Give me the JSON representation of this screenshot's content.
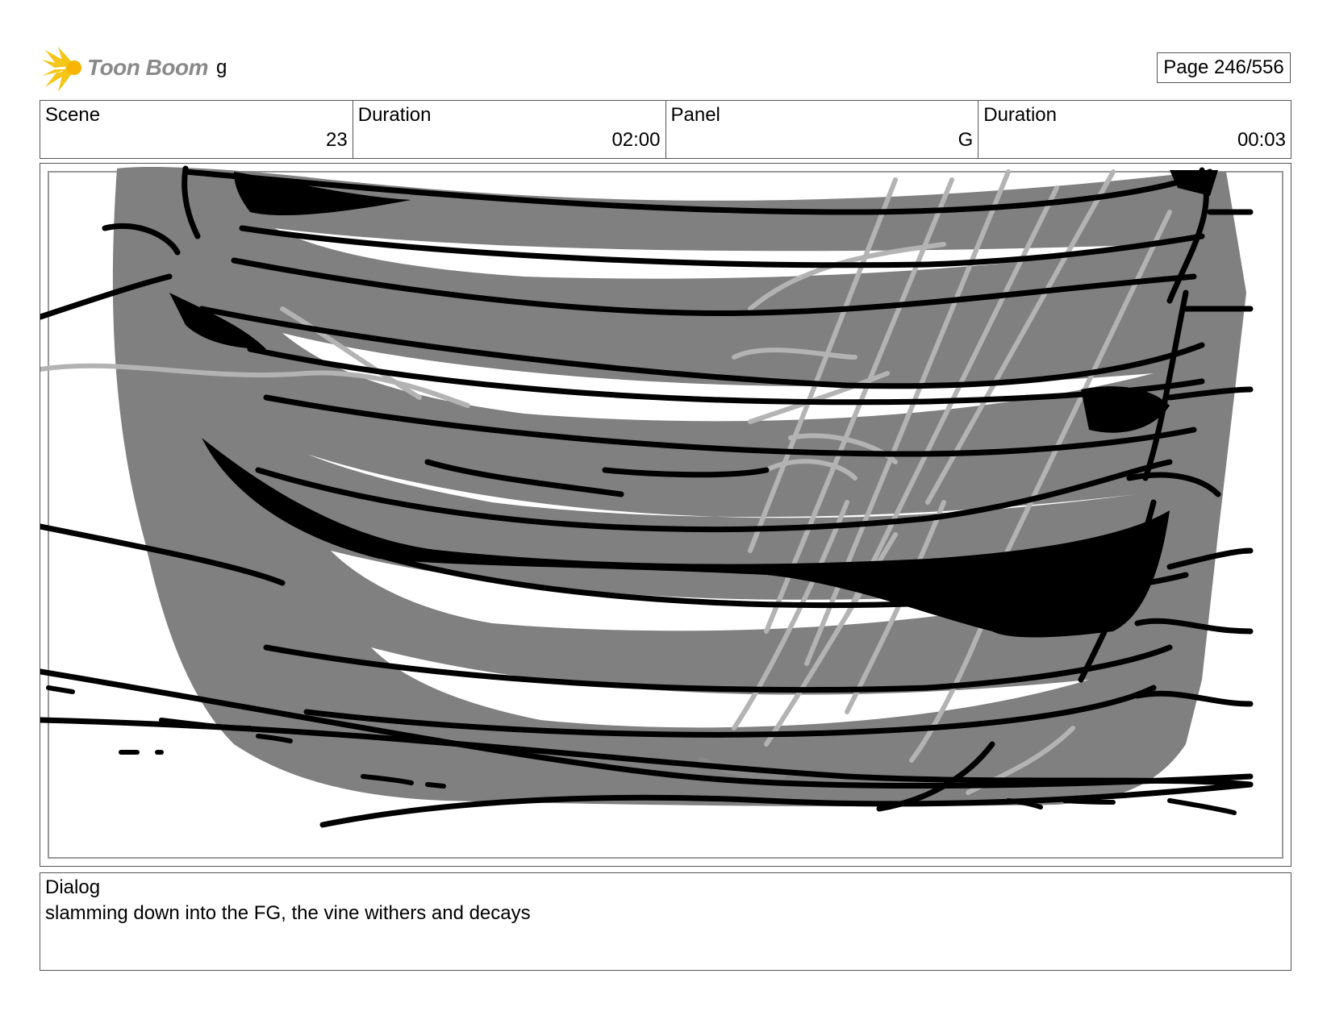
{
  "header": {
    "brand": "Toon Boom",
    "project_name": "g",
    "page_indicator": "Page 246/556"
  },
  "info": {
    "scene_label": "Scene",
    "scene_value": "23",
    "scene_duration_label": "Duration",
    "scene_duration_value": "02:00",
    "panel_label": "Panel",
    "panel_value": "G",
    "panel_duration_label": "Duration",
    "panel_duration_value": "00:03"
  },
  "dialog": {
    "label": "Dialog",
    "text": "slamming down into the FG, the vine withers and decays"
  },
  "colors": {
    "brand_star": "#f5c518",
    "brand_text": "#8a8a8a",
    "sketch_fill": "#808080",
    "sketch_line": "#000000",
    "sketch_guide": "#b3b3b3"
  }
}
